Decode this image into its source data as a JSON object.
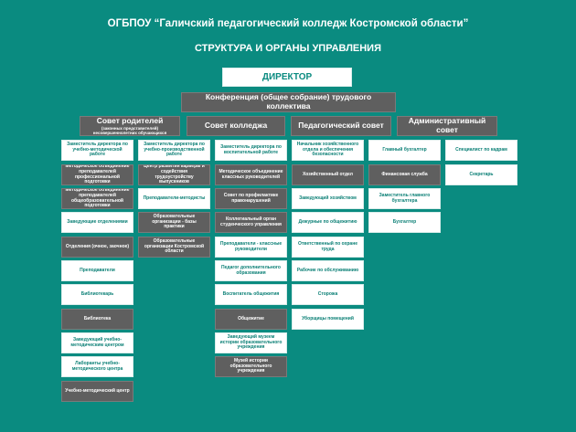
{
  "title": "ОГБПОУ “Галичский педагогический колледж Костромской области”",
  "subtitle": "СТРУКТУРА И ОРГАНЫ УПРАВЛЕНИЯ",
  "director": "ДИРЕКТОР",
  "conference": "Конференция (общее собрание) трудового коллектива",
  "bodies": {
    "parents": "Совет родителей",
    "parents_note": "(законных представителей) несовершеннолетних обучающихся",
    "college": "Совет колледжа",
    "pedagogical": "Педагогический совет",
    "administrative": "Административный совет"
  },
  "col1": [
    "Заместитель директора по учебно-методической работе",
    "Методическое объединение преподавателей профессиональной подготовки",
    "Методическое объединение преподавателей общеобразовательной подготовки",
    "Заведующие отделениями",
    "Отделения (очное, заочное)",
    "Преподаватели",
    "Библиотекарь",
    "Библиотека",
    "Заведующий учебно-методическим центром",
    "Лаборанты учебно-методического центра",
    "Учебно-методический центр"
  ],
  "col2": [
    "Заместитель директора по учебно-производственной работе",
    "Центр развития карьеры и содействия трудоустройству выпускников",
    "Преподаватели-методисты",
    "Образовательные организации - базы практики",
    "Образовательные организации Костромской области"
  ],
  "col3": [
    "Заместитель директора по воспитательной работе",
    "Методическое объединение классных руководителей",
    "Совет по профилактике правонарушений",
    "Коллегиальный орган студенческого управления",
    "Преподаватели - классные руководители",
    "Педагог дополнительного образования",
    "Воспитатель общежития",
    "Общежитие",
    "Заведующий музеем истории образовательного учреждения",
    "Музей истории образовательного учреждения"
  ],
  "col4": [
    "Начальник хозяйственного отдела и обеспечения безопасности",
    "Хозяйственный отдел",
    "Заведующий хозяйством",
    "Дежурные по общежитию",
    "Ответственный по охране труда",
    "Рабочие по обслуживанию",
    "Сторожа",
    "Уборщицы помещений"
  ],
  "col5": [
    "Главный бухгалтер",
    "Финансовая служба",
    "Заместитель главного бухгалтера",
    "Бухгалтер"
  ],
  "col6": [
    "Специалист по кадрам",
    "Секретарь"
  ],
  "colors": {
    "background": "#0a8b80",
    "box_white": "#ffffff",
    "box_gray": "#5f5f5f",
    "text_teal": "#0a7f75"
  }
}
